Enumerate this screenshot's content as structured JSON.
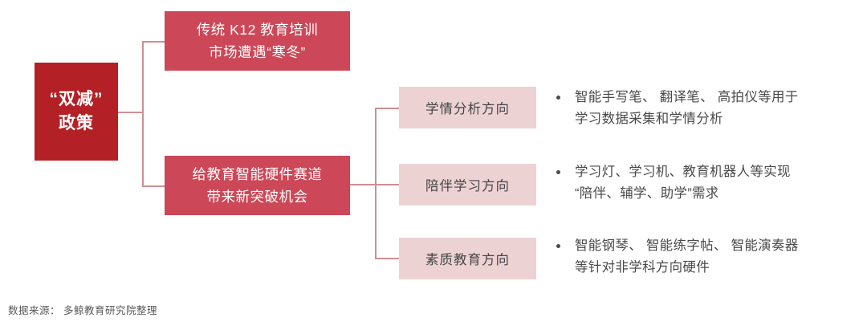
{
  "colors": {
    "root_box": "#B32025",
    "mid_box": "#CC4757",
    "leaf_box": "#EDD2D4",
    "connector": "#CF8E93",
    "body_text": "#4A4A4A",
    "footer_text": "#59595B",
    "background": "#FFFFFF"
  },
  "diagram": {
    "root": {
      "lines": [
        "“双减”",
        "政策"
      ]
    },
    "branches": [
      {
        "label_lines": [
          "传统 K12 教育培训",
          "市场遭遇“寒冬”"
        ],
        "children": []
      },
      {
        "label_lines": [
          "给教育智能硬件赛道",
          "带来新突破机会"
        ],
        "children": [
          {
            "label": "学情分析方向",
            "detail_lines": [
              "智能手写笔、 翻译笔、 高拍仪等用于",
              "学习数据采集和学情分析"
            ]
          },
          {
            "label": "陪伴学习方向",
            "detail_lines": [
              "学习灯、学习机、教育机器人等实现",
              "“陪伴、辅学、助学”需求"
            ]
          },
          {
            "label": "素质教育方向",
            "detail_lines": [
              "智能钢琴、 智能练字帖、 智能演奏器",
              "等针对非学科方向硬件"
            ]
          }
        ]
      }
    ]
  },
  "footer": {
    "source": "数据来源： 多鲸教育研究院整理"
  }
}
